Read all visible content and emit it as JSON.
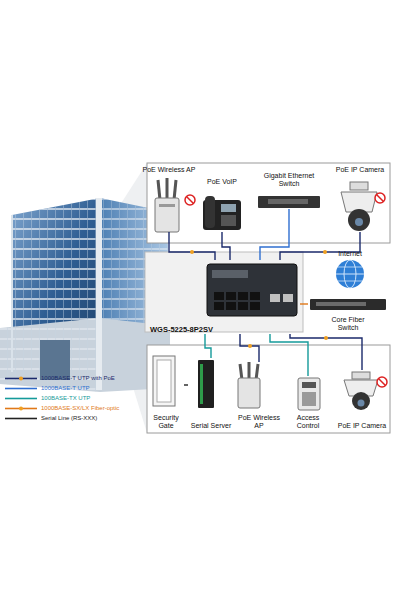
{
  "diagram": {
    "nodes": [
      {
        "text": [
          "PoE Wireless AP"
        ]
      },
      {
        "text": [
          "PoE VoIP"
        ]
      },
      {
        "text": [
          "Gigabit Ethernet Switch"
        ]
      },
      {
        "text": [
          "PoE IP Camera"
        ]
      },
      {
        "text": [
          "WGS-5225-8P2SV"
        ]
      },
      {
        "text": [
          "Internet"
        ]
      },
      {
        "text": [
          "Core Fiber Switch"
        ]
      },
      {
        "text": [
          "Security Gate"
        ]
      },
      {
        "text": [
          "Serial Server"
        ]
      },
      {
        "text": [
          "PoE Wireless AP"
        ]
      },
      {
        "text": [
          "Access Control"
        ]
      },
      {
        "text": [
          "PoE IP Camera"
        ]
      }
    ],
    "edges": [
      {
        "from": 4,
        "to": 0,
        "arrow": "none"
      },
      {
        "from": 4,
        "to": 1,
        "arrow": "none"
      },
      {
        "from": 4,
        "to": 2,
        "arrow": "none"
      },
      {
        "from": 4,
        "to": 3,
        "arrow": "none"
      },
      {
        "from": 4,
        "to": 6,
        "arrow": "none"
      },
      {
        "from": 8,
        "to": 7,
        "arrow": "none"
      },
      {
        "from": 4,
        "to": 8,
        "arrow": "none"
      },
      {
        "from": 4,
        "to": 9,
        "arrow": "none"
      },
      {
        "from": 4,
        "to": 10,
        "arrow": "none"
      },
      {
        "from": 4,
        "to": 11,
        "arrow": "none"
      }
    ],
    "legend": [
      {
        "text": "1000BASE-T UTP with PoE"
      },
      {
        "text": "1000BASE-T UTP"
      },
      {
        "text": "100BASE-TX UTP"
      },
      {
        "text": "1000BASE-SX/LX Fiber-optic"
      },
      {
        "text": "Serial Line (RS-XXX)"
      }
    ]
  }
}
